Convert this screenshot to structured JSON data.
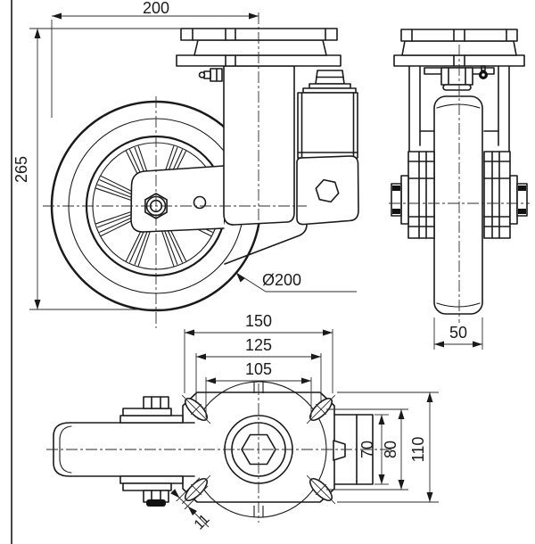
{
  "dimensions": {
    "overall_length": "200",
    "overall_height": "265",
    "wheel_diameter": "Ø200",
    "wheel_width": "50",
    "plate_length": "150",
    "bolt_pattern_length": "125",
    "slot_span": "105",
    "fork_profile_width": "70",
    "bolt_pattern_width": "80",
    "plate_width": "110",
    "slot_width": "11"
  },
  "colors": {
    "line": "#1a1a1a",
    "thin_line": "#2b2b2b",
    "background": "#ffffff"
  }
}
